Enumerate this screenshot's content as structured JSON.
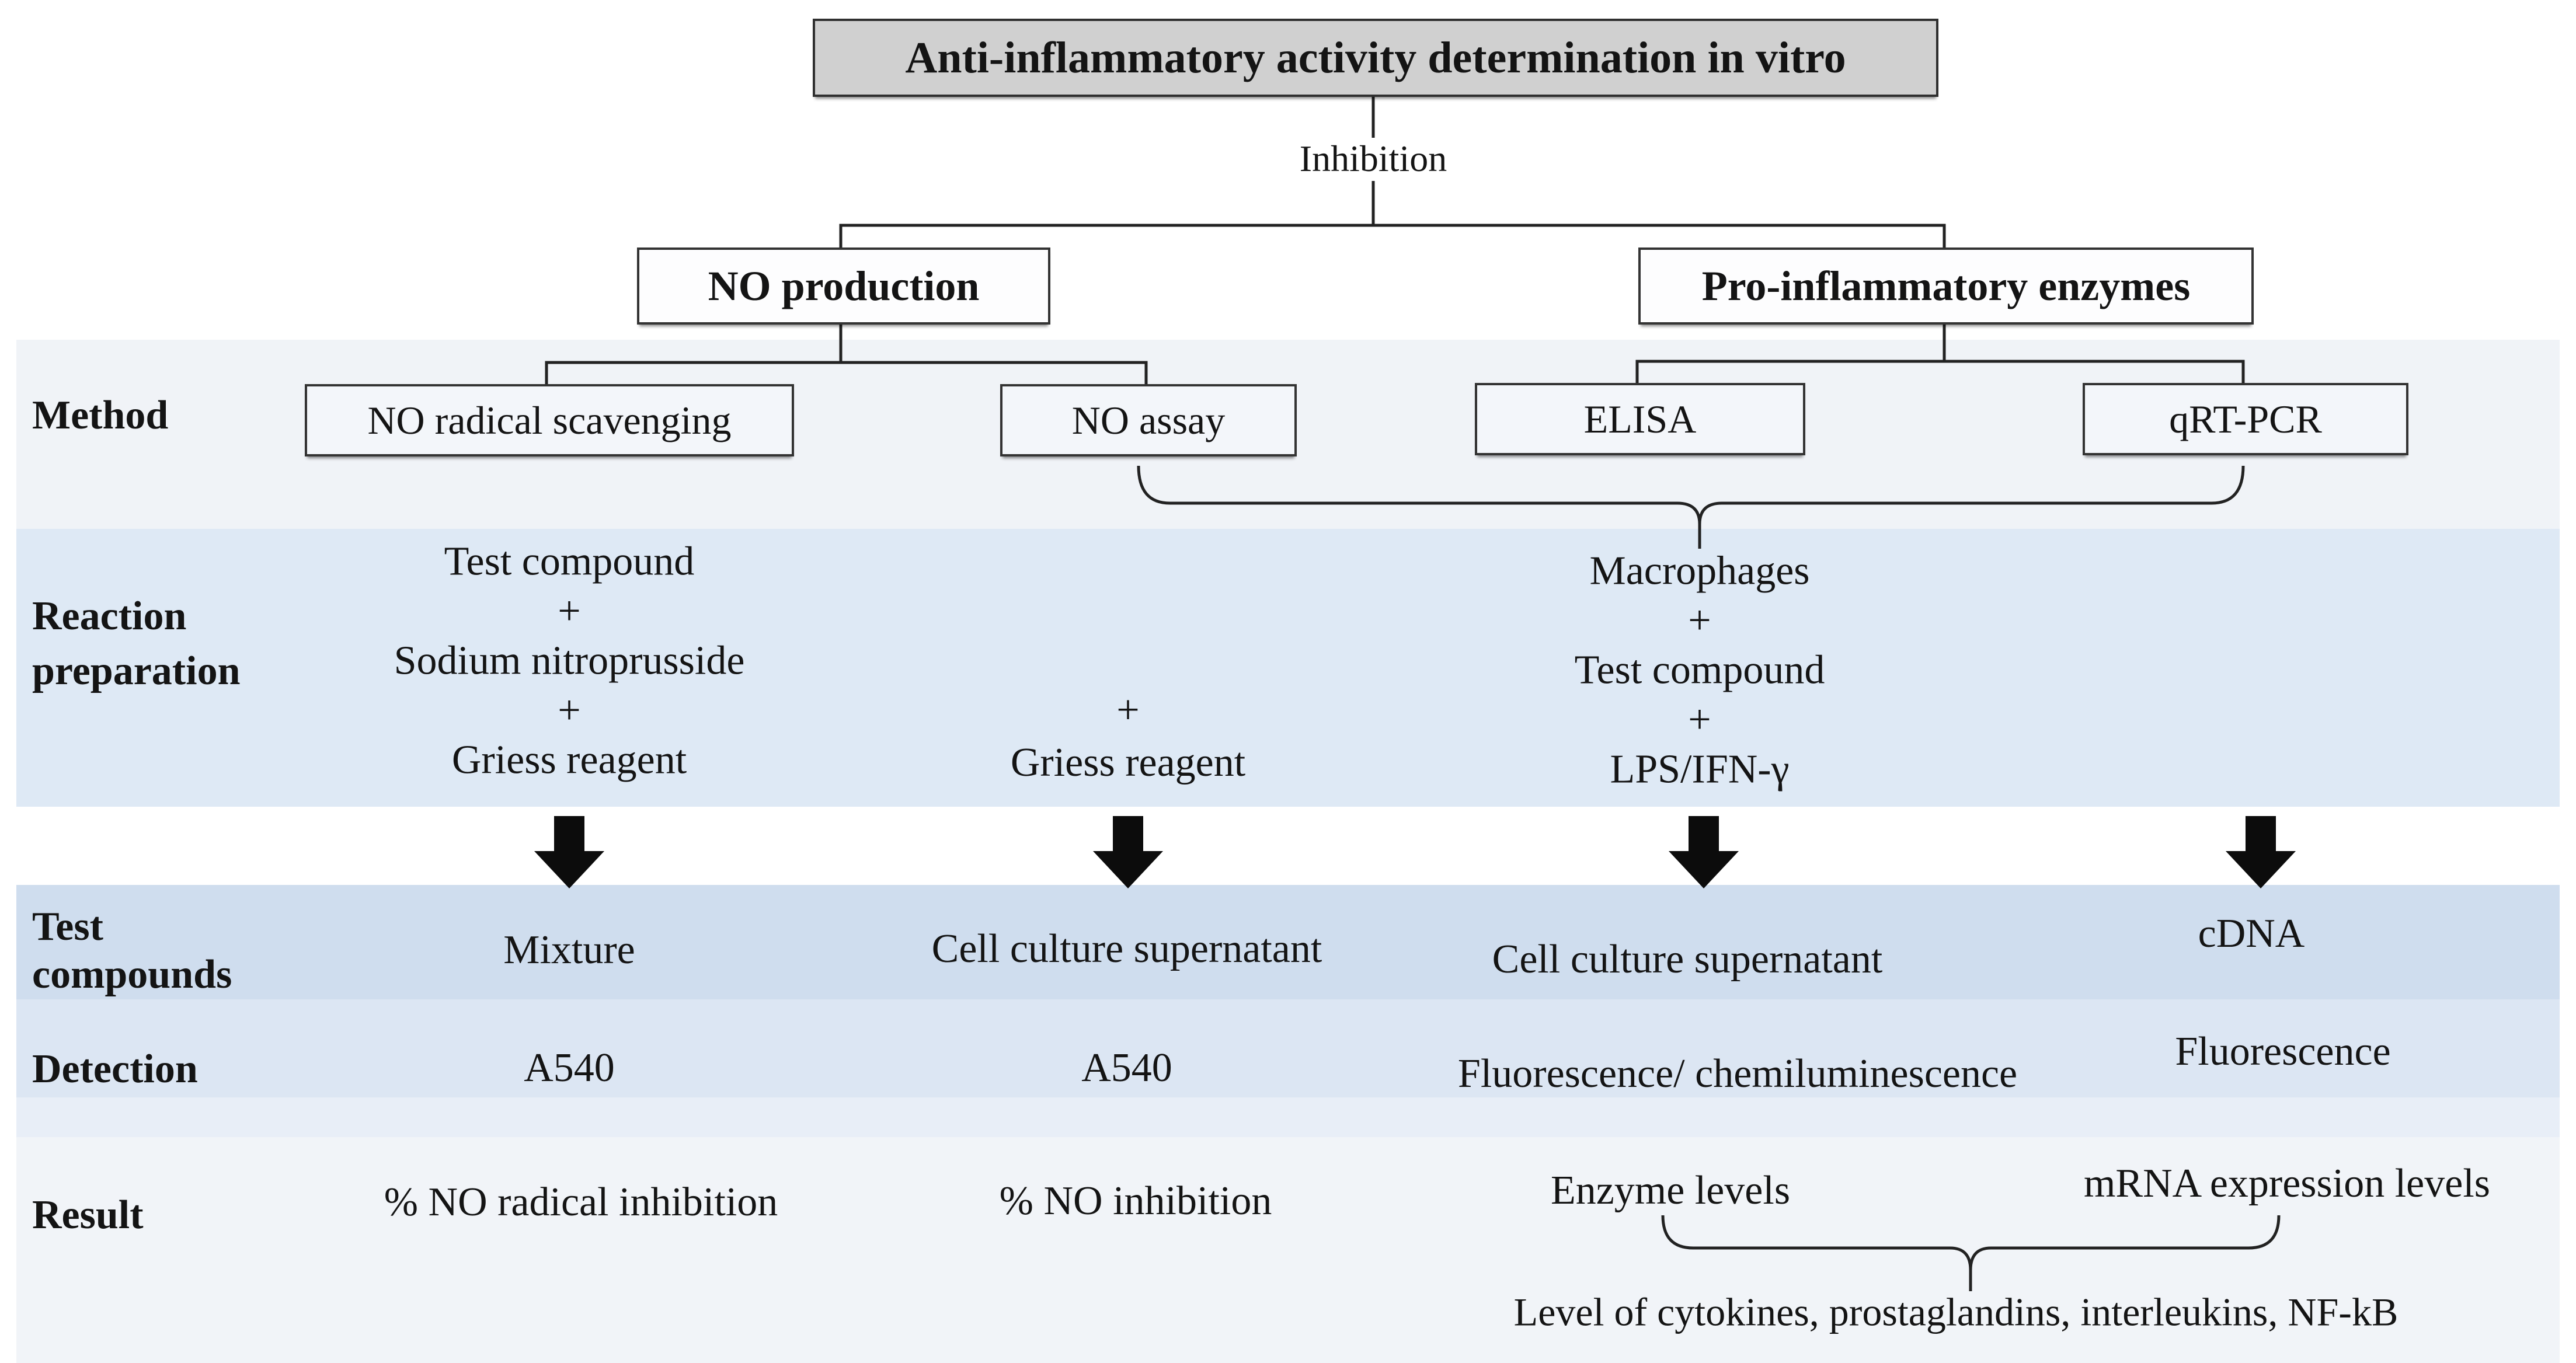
{
  "title": "Anti-inflammatory activity determination in vitro",
  "root_label": "Inhibition",
  "branches": {
    "left": "NO production",
    "right": "Pro-inflammatory enzymes"
  },
  "methods": [
    "NO radical scavenging",
    "NO assay",
    "ELISA",
    "qRT-PCR"
  ],
  "row_labels": {
    "method": "Method",
    "reaction_line1": "Reaction",
    "reaction_line2": "preparation",
    "test_line1": "Test",
    "test_line2": "compounds",
    "detection": "Detection",
    "result": "Result"
  },
  "reaction": {
    "col1": [
      "Test compound",
      "+",
      "Sodium nitroprusside",
      "+",
      "Griess reagent"
    ],
    "col2": [
      "+",
      "Griess reagent"
    ],
    "col3": [
      "Macrophages",
      "+",
      "Test compound",
      "+",
      "LPS/IFN-γ"
    ]
  },
  "test_compounds": [
    "Mixture",
    "Cell culture supernatant",
    "Cell culture supernatant",
    "cDNA"
  ],
  "detection": [
    "A540",
    "A540",
    "Fluorescence/ chemiluminescence",
    "Fluorescence"
  ],
  "results": [
    "% NO radical inhibition",
    "% NO inhibition",
    "Enzyme levels",
    "mRNA expression levels"
  ],
  "result_note": "Level of cytokines, prostaglandins, interleukins, NF-kB",
  "colors": {
    "band-method": "#f0f3f7",
    "band-reaction": "#dee9f5",
    "band-test": "#cfddee",
    "band-detection": "#dce6f3",
    "band-detection-light": "#e8eef7",
    "band-result": "#f1f4f8",
    "title-fill": "#d0d0d0",
    "methodbox-fill": "#f3f6fa",
    "box-border": "#333333",
    "line": "#222222",
    "arrow": "#0c0c0c"
  }
}
